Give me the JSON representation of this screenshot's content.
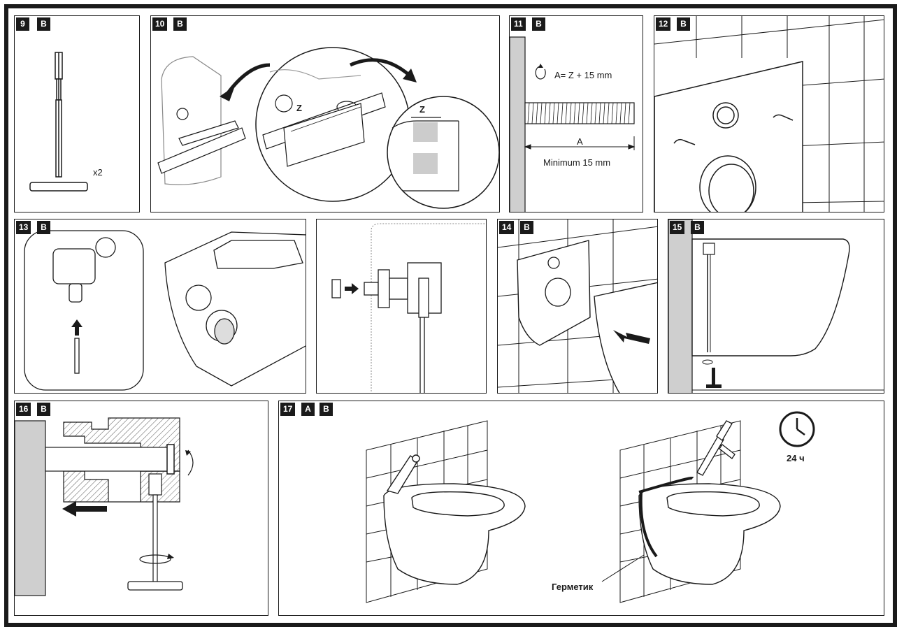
{
  "steps": [
    {
      "number": "9",
      "badges": [
        "B"
      ],
      "label_qty": "x2"
    },
    {
      "number": "10",
      "badges": [
        "B"
      ],
      "label_z1": "Z",
      "label_z2": "Z"
    },
    {
      "number": "11",
      "badges": [
        "B"
      ],
      "formula": "A= Z + 15 mm",
      "label_a": "A",
      "minimum": "Minimum 15 mm"
    },
    {
      "number": "12",
      "badges": [
        "B"
      ]
    },
    {
      "number": "13",
      "badges": [
        "B"
      ]
    },
    {
      "number": "14",
      "badges": [
        "B"
      ]
    },
    {
      "number": "15",
      "badges": [
        "B"
      ]
    },
    {
      "number": "16",
      "badges": [
        "B"
      ]
    },
    {
      "number": "17",
      "badges": [
        "A",
        "B"
      ],
      "wait_time": "24 ч",
      "sealant_label": "Герметик"
    }
  ],
  "icons": [
    "rotate-arrow-icon",
    "clock-icon",
    "push-arrow-icon",
    "curved-arrow-icon"
  ]
}
